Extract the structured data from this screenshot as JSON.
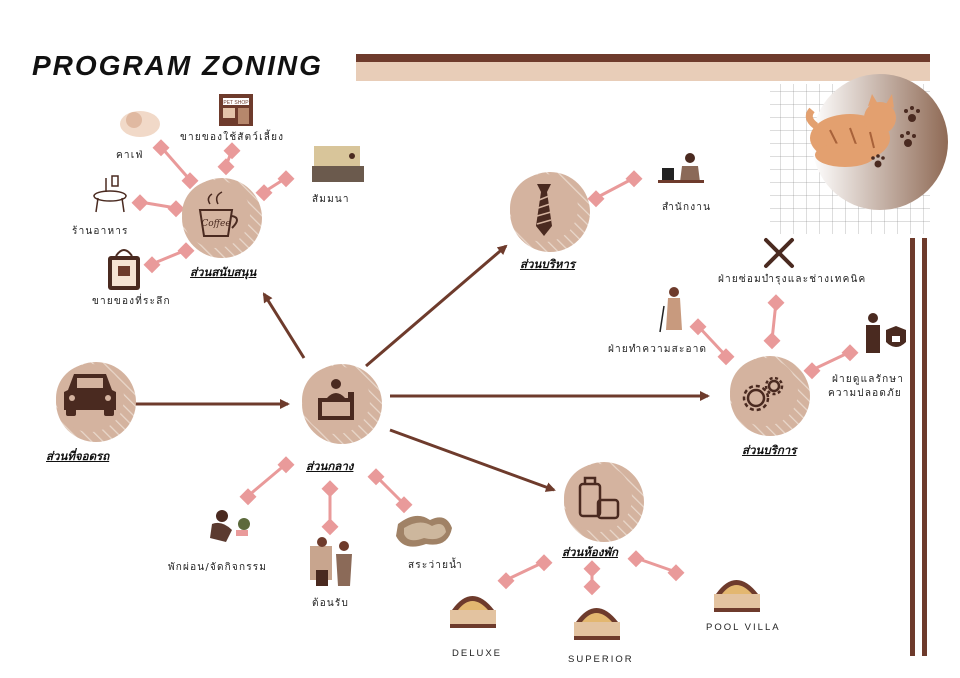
{
  "title": "PROGRAM ZONING",
  "colors": {
    "bar_dark": "#6e3b2c",
    "bar_light": "#e8cdb8",
    "circle": "#d4b39f",
    "arrow": "#6e3b2c",
    "connector": "#e99a9a",
    "icon": "#4a2a20"
  },
  "zones": {
    "parking": "ส่วนที่จอดรถ",
    "central": "ส่วนกลาง",
    "support": "ส่วนสนับสนุน",
    "admin": "ส่วนบริหาร",
    "service": "ส่วนบริการ",
    "rooms": "ส่วนห้องพัก"
  },
  "labels": {
    "cafe": "คาเฟ่",
    "petshop": "ขายของใช้สัตว์เลี้ยง",
    "seminar": "สัมมนา",
    "restaurant": "ร้านอาหาร",
    "souvenir": "ขายของที่ระลึก",
    "office": "สำนักงาน",
    "maintenance": "ฝ่ายซ่อมบำรุงและช่างเทคนิค",
    "cleaning": "ฝ่ายทำความสะอาด",
    "security_1": "ฝ่ายดูแลรักษา",
    "security_2": "ความปลอดภัย",
    "relax": "พักผ่อน/จัดกิจกรรม",
    "reception": "ต้อนรับ",
    "pool": "สระว่ายน้ำ",
    "deluxe": "DELUXE",
    "superior": "SUPERIOR",
    "poolvilla": "POOL VILLA",
    "petshop_sign": "PET SHOP",
    "coffee_cup": "Coffee"
  },
  "icons": [
    "car-icon",
    "reception-desk-icon",
    "coffee-cup-icon",
    "tie-icon",
    "gears-icon",
    "luggage-icon",
    "cat-icon",
    "bed-icon"
  ]
}
